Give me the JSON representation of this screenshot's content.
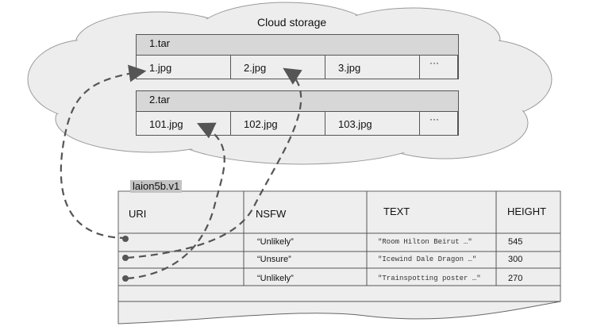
{
  "cloud": {
    "title": "Cloud storage"
  },
  "tars": [
    {
      "name": "1.tar",
      "files": [
        "1.jpg",
        "2.jpg",
        "3.jpg"
      ],
      "more": "···"
    },
    {
      "name": "2.tar",
      "files": [
        "101.jpg",
        "102.jpg",
        "103.jpg"
      ],
      "more": "···"
    }
  ],
  "table": {
    "name": "laion5b.v1",
    "columns": [
      "URI",
      "NSFW",
      "TEXT",
      "HEIGHT"
    ],
    "rows": [
      {
        "nsfw": "“Unlikely”",
        "text": "\"Room Hilton Beirut …\"",
        "height": "545"
      },
      {
        "nsfw": "“Unsure”",
        "text": "\"Icewind Dale Dragon …\"",
        "height": "300"
      },
      {
        "nsfw": "“Unlikely”",
        "text": "\"Trainspotting poster …\"",
        "height": "270"
      }
    ]
  },
  "colors": {
    "cloud_fill": "#ededed",
    "box_fill": "#d7d7d7",
    "cell_fill": "#eeeeee",
    "table_fill": "#eeeeee",
    "arrow": "#555555"
  }
}
